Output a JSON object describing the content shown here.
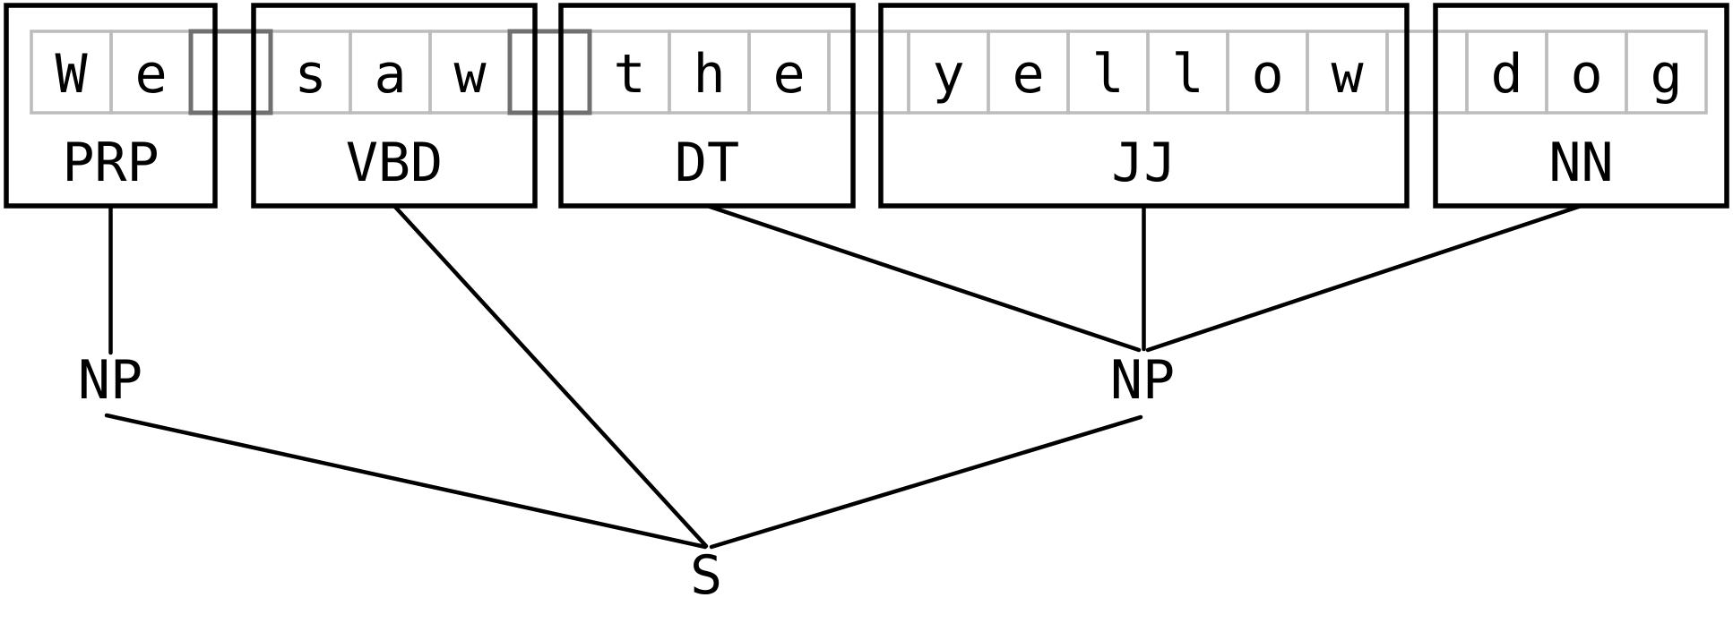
{
  "diagram": {
    "type": "parse-tree-over-character-chart",
    "sentence": "We saw the yellow dog",
    "characters": [
      "W",
      "e",
      " ",
      "s",
      "a",
      "w",
      " ",
      "t",
      "h",
      "e",
      " ",
      "y",
      "e",
      "l",
      "l",
      "o",
      "w",
      " ",
      "d",
      "o",
      "g"
    ],
    "highlighted_space_cells": [
      2,
      6
    ],
    "words": [
      {
        "text": "We",
        "tag": "PRP",
        "char_start": 0,
        "char_end": 2
      },
      {
        "text": "saw",
        "tag": "VBD",
        "char_start": 3,
        "char_end": 6
      },
      {
        "text": "the",
        "tag": "DT",
        "char_start": 7,
        "char_end": 10
      },
      {
        "text": "yellow",
        "tag": "JJ",
        "char_start": 11,
        "char_end": 17
      },
      {
        "text": "dog",
        "tag": "NN",
        "char_start": 18,
        "char_end": 21
      }
    ],
    "phrases": [
      {
        "id": "np-left",
        "label": "NP",
        "children": [
          "PRP"
        ]
      },
      {
        "id": "np-right",
        "label": "NP",
        "children": [
          "DT",
          "JJ",
          "NN"
        ]
      },
      {
        "id": "s",
        "label": "S",
        "children": [
          "np-left",
          "VBD",
          "np-right"
        ]
      }
    ],
    "colors": {
      "background": "#ffffff",
      "box_border": "#000000",
      "cell_border": "#bcbcbc",
      "space_cell_border": "#707070",
      "edge": "#000000",
      "text": "#000000"
    }
  }
}
